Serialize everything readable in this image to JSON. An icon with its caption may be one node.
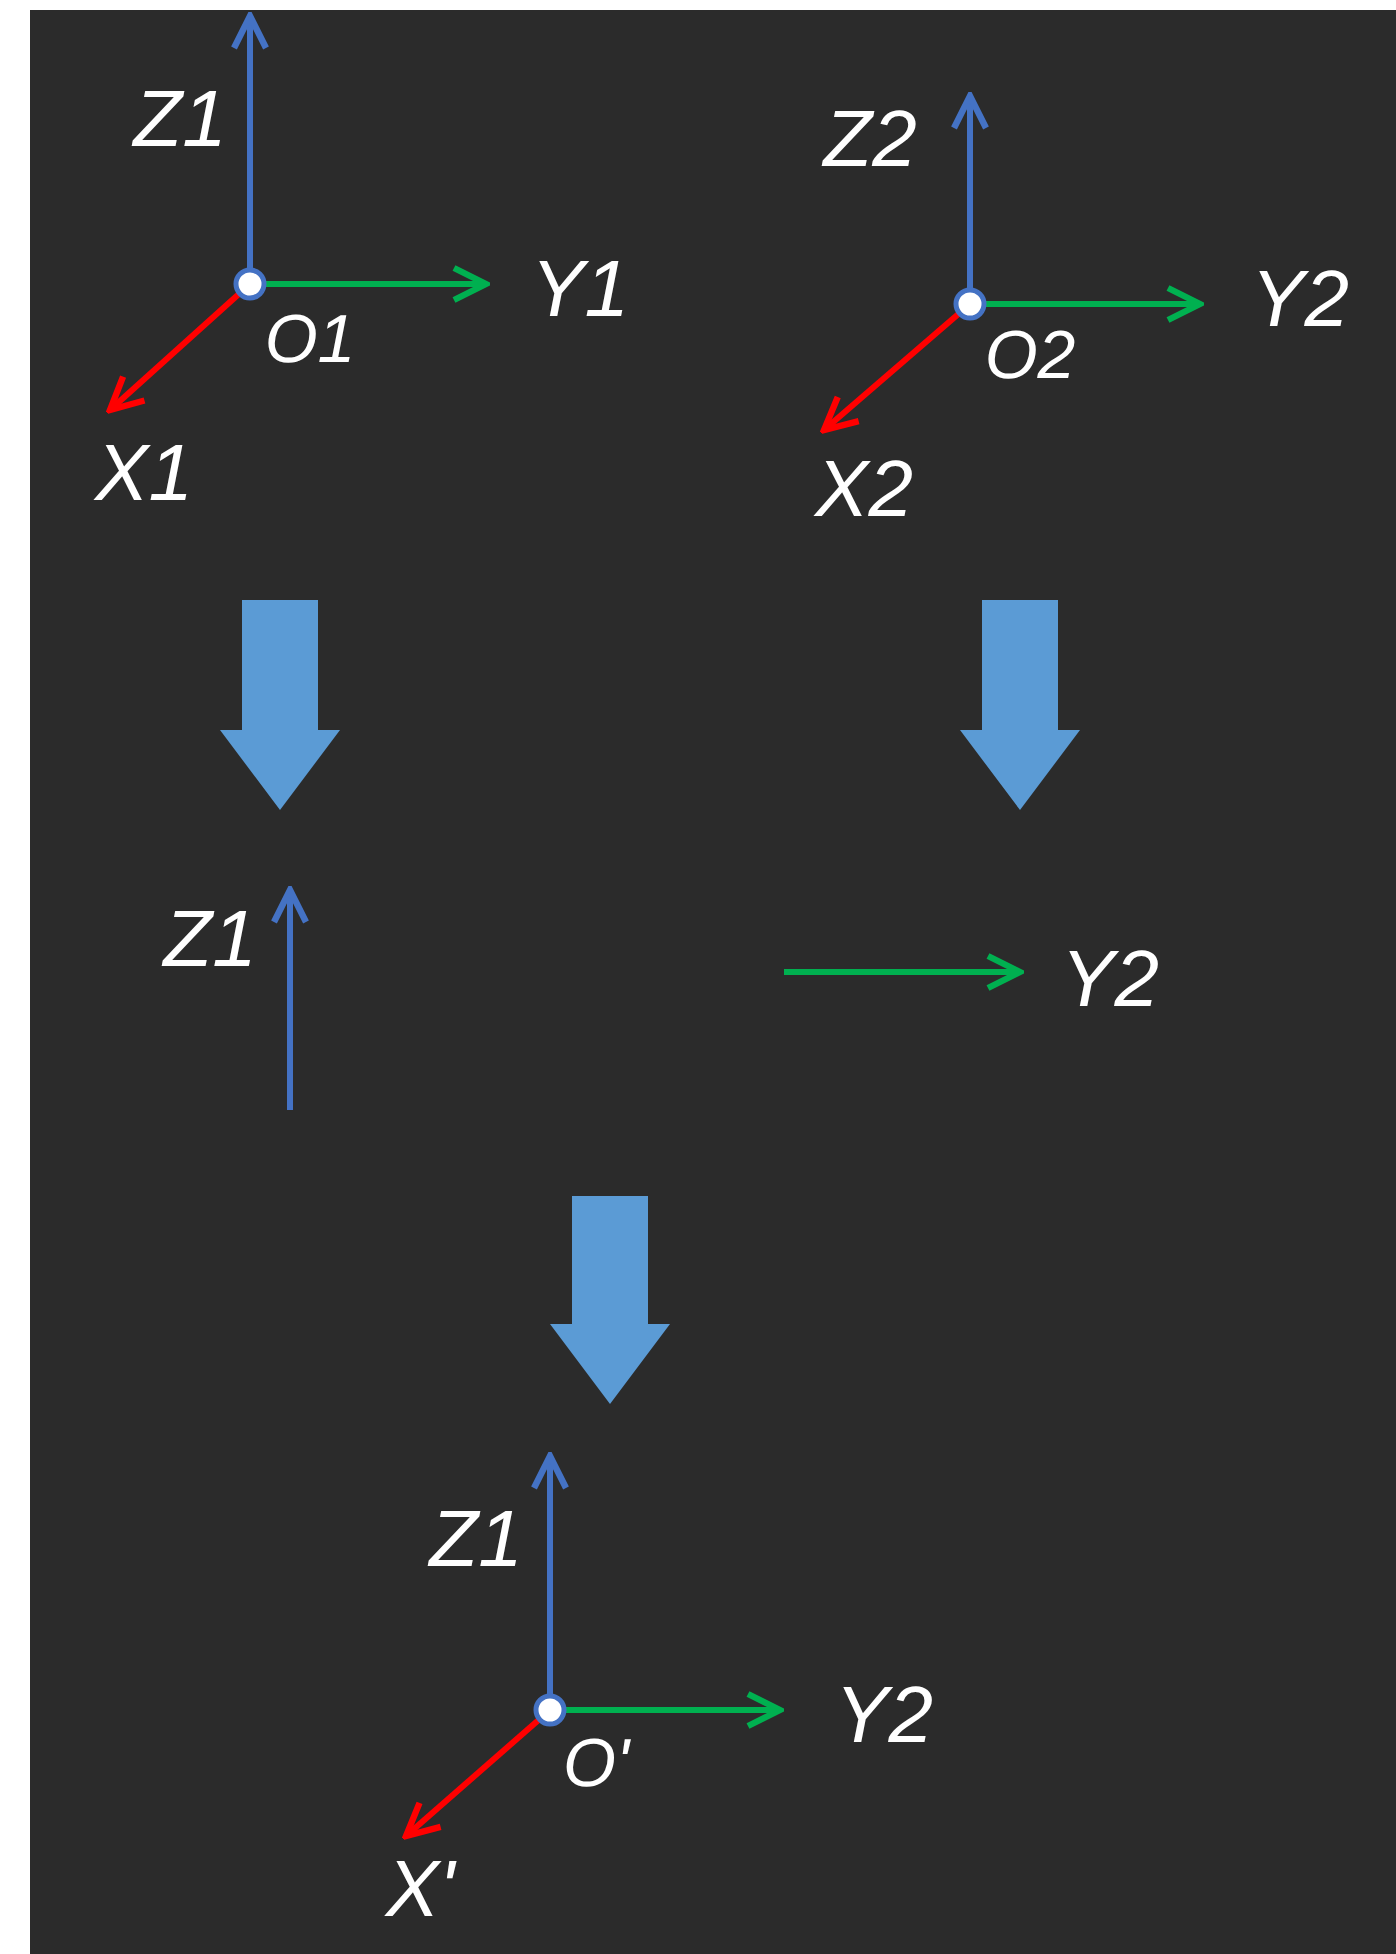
{
  "diagram": {
    "labels": [
      "Z1",
      "Z2",
      "Y1",
      "Y2",
      "O1",
      "O2",
      "X1",
      "X2",
      "Z1",
      "Y2",
      "Z1",
      "Y2",
      "O'",
      "X'"
    ]
  }
}
